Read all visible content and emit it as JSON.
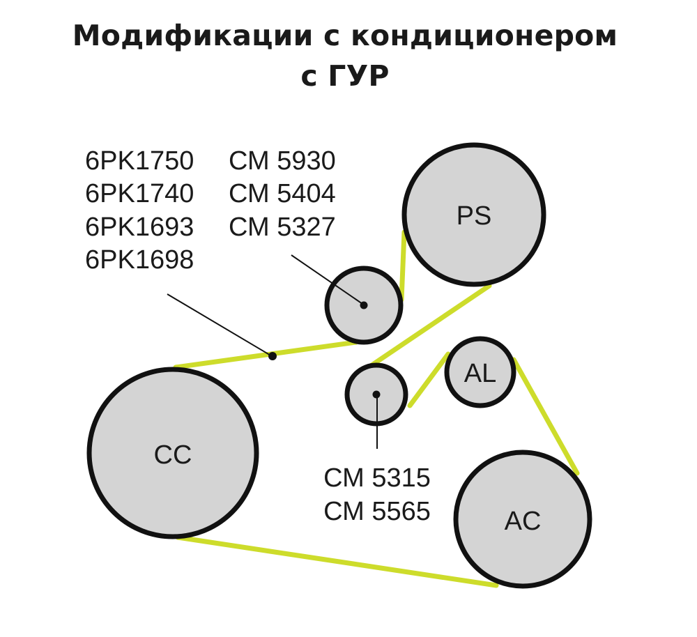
{
  "title": {
    "line1": "Модификации с кондиционером",
    "line2": "с ГУР"
  },
  "colors": {
    "belt": "#cddc2b",
    "pulley_fill": "#d4d4d4",
    "pulley_stroke": "#111111",
    "text": "#1a1a1a"
  },
  "pulleys": {
    "ps": "PS",
    "al": "AL",
    "cc": "CC",
    "ac": "AC"
  },
  "belt_labels": [
    "6PK1750",
    "6PK1740",
    "6PK1693",
    "6PK1698"
  ],
  "upper_roller_labels": [
    "СМ 5930",
    "СМ 5404",
    "СМ 5327"
  ],
  "lower_roller_labels": [
    "СМ 5315",
    "СМ 5565"
  ]
}
